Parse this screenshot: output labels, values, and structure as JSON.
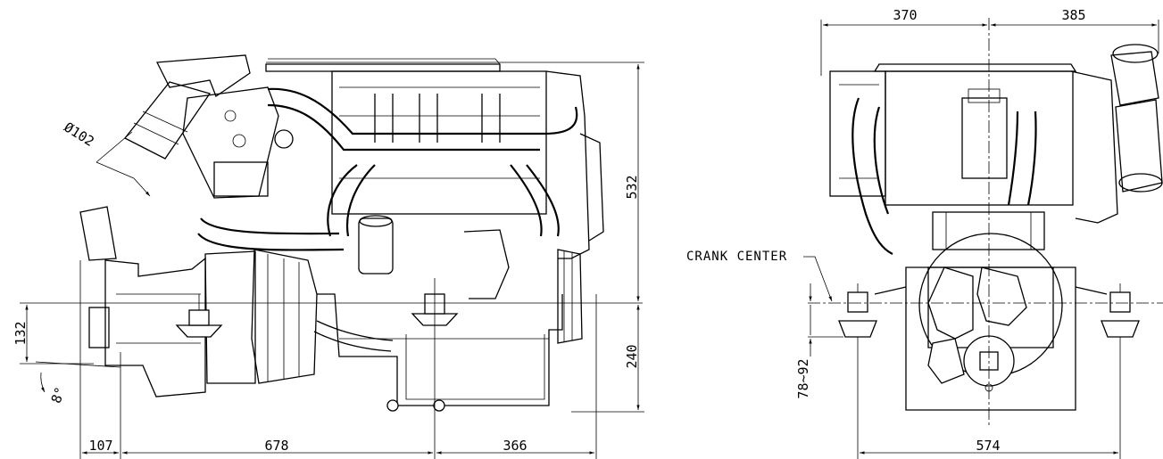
{
  "side_view": {
    "dimensions": {
      "height_top": "532",
      "height_bottom": "240",
      "offset_left": "132",
      "tilt_angle": "8°",
      "diameter": "Ø102",
      "length_a": "107",
      "length_b": "678",
      "length_c": "366"
    }
  },
  "front_view": {
    "dimensions": {
      "width_left": "370",
      "width_right": "385",
      "mount_height": "78~92",
      "mount_width": "574"
    },
    "crank_label": "CRANK CENTER"
  }
}
